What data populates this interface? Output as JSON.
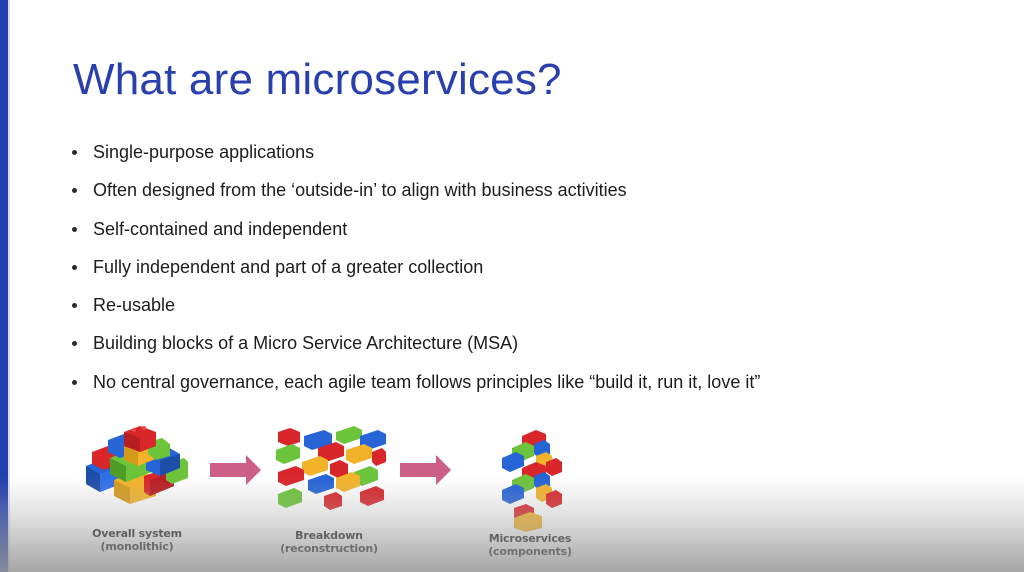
{
  "slide": {
    "title": "What are microservices?",
    "accent_color": "#2a3fae",
    "left_bar_color": "#2340ad",
    "bullets": [
      "Single-purpose applications",
      "Often designed from the ‘outside-in’ to align with business activities",
      "Self-contained and independent",
      "Fully independent and part of a greater collection",
      "Re-usable",
      "Building blocks of a Micro Service Architecture (MSA)",
      "No central governance, each agile team follows principles like “build it, run it, love it”"
    ],
    "diagram": {
      "arrow_color": "#cc5f86",
      "brick_colors": {
        "red": "#d9262b",
        "blue": "#2764d6",
        "green": "#6cc43a",
        "yellow": "#f2b32a"
      },
      "stages": [
        {
          "icon": "lego-pyramid-icon",
          "caption_line1": "Overall system",
          "caption_line2": "(monolithic)"
        },
        {
          "icon": "lego-pile-icon",
          "caption_line1": "Breakdown",
          "caption_line2": "(reconstruction)"
        },
        {
          "icon": "lego-stacks-icon",
          "caption_line1": "Microservices",
          "caption_line2": "(components)"
        }
      ]
    }
  }
}
